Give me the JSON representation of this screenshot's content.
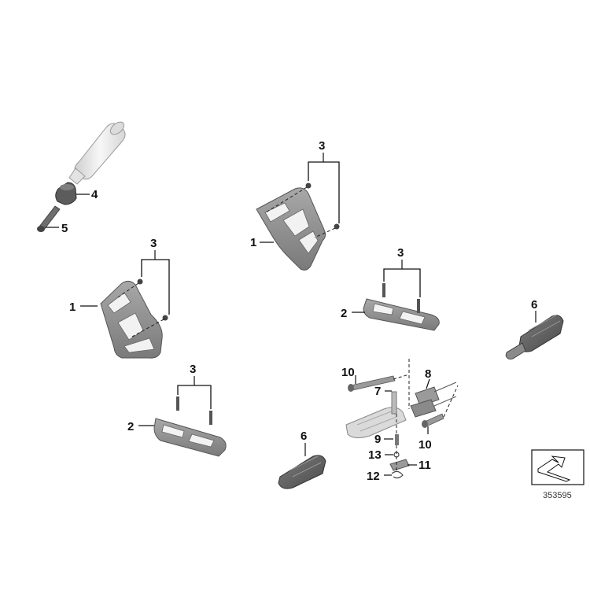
{
  "diagram": {
    "reference_number": "353595",
    "callouts": {
      "grip_tube": "4",
      "grip_screw": "5",
      "heel_guard_upper": "1",
      "heel_guard_upper_screws": "3",
      "heel_guard_left": "1",
      "heel_guard_left_screws": "3",
      "bracket_right": "2",
      "bracket_right_screws": "3",
      "bracket_left": "2",
      "bracket_left_screws": "3",
      "footpeg_right": "6",
      "footpeg_center": "6",
      "bolt_long": "10",
      "pin": "7",
      "holder": "8",
      "spring": "9",
      "bolt_short": "10",
      "washer": "13",
      "plate": "11",
      "clip": "12"
    },
    "colors": {
      "metal_dark": "#6f6f6f",
      "metal_mid": "#8f8f8f",
      "metal_light": "#bdbdbd",
      "rubber": "#5a5a5a",
      "grip": "#e9e9e9"
    }
  }
}
